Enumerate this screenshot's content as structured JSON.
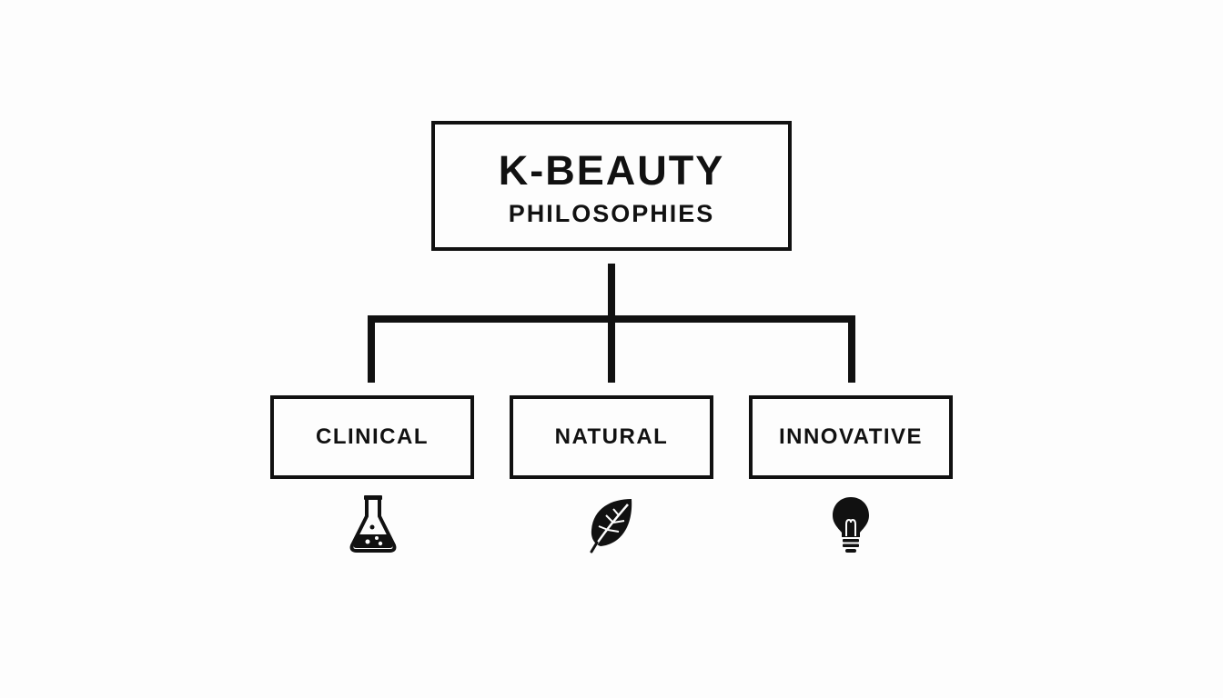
{
  "diagram": {
    "root": {
      "title": "K-BEAUTY",
      "subtitle": "PHILOSOPHIES"
    },
    "children": [
      {
        "label": "CLINICAL",
        "icon": "flask-icon"
      },
      {
        "label": "NATURAL",
        "icon": "leaf-icon"
      },
      {
        "label": "INNOVATIVE",
        "icon": "lightbulb-icon"
      }
    ],
    "colors": {
      "stroke": "#111111",
      "background": "#fdfdfd"
    }
  }
}
